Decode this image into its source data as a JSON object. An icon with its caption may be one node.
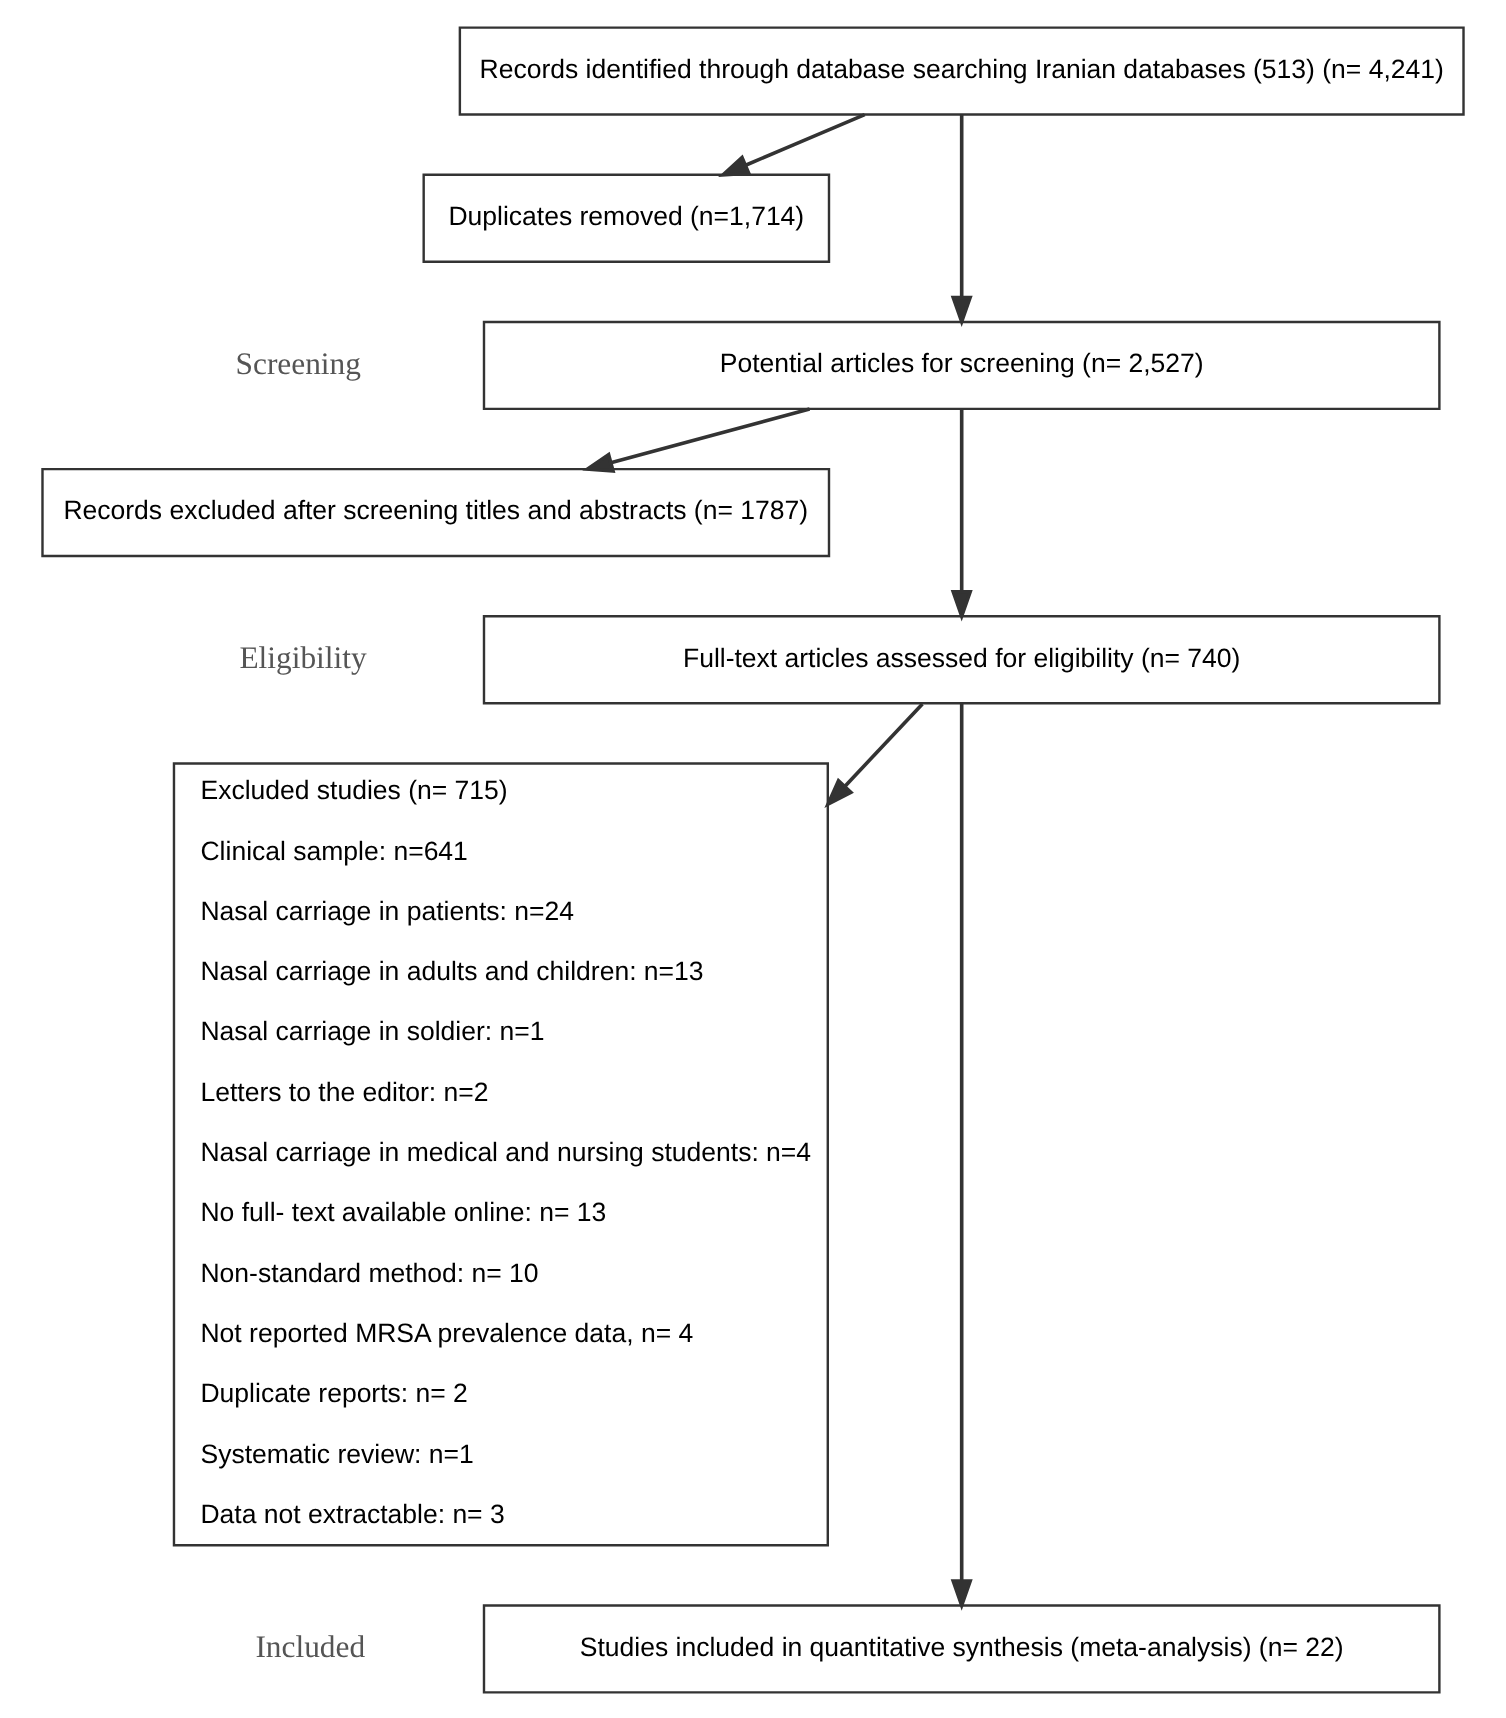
{
  "diagram": {
    "nodes": [
      {
        "text": [
          "Records identified through database searching Iranian databases (513) (n= 4,241)"
        ]
      },
      {
        "text": [
          "Duplicates removed (n=1,714)"
        ]
      },
      {
        "text": [
          "Potential articles for screening (n= 2,527)"
        ]
      },
      {
        "text": [
          "Records excluded after screening titles and abstracts (n= 1787)"
        ]
      },
      {
        "text": [
          "Full-text articles assessed for eligibility (n= 740)"
        ]
      },
      {
        "text": [
          "Excluded studies (n= 715)",
          "Clinical sample: n=641",
          "Nasal carriage in patients: n=24",
          "Nasal carriage in adults and children: n=13",
          "Nasal carriage in soldier: n=1",
          "Letters to the editor: n=2",
          "Nasal carriage in medical and nursing students: n=4",
          "No full- text available online: n= 13",
          "Non-standard method: n= 10",
          "Not reported MRSA prevalence data, n= 4",
          "Duplicate reports: n= 2",
          "Systematic review: n=1",
          "Data not extractable: n= 3"
        ]
      },
      {
        "text": [
          "Studies included in quantitative synthesis (meta-analysis) (n= 22)"
        ]
      }
    ],
    "edges": [
      {
        "from": 0,
        "to": 1,
        "arrow": "to"
      },
      {
        "from": 0,
        "to": 2,
        "arrow": "to"
      },
      {
        "from": 2,
        "to": 3,
        "arrow": "to"
      },
      {
        "from": 2,
        "to": 4,
        "arrow": "to"
      },
      {
        "from": 4,
        "to": 5,
        "arrow": "to"
      },
      {
        "from": 4,
        "to": 6,
        "arrow": "to"
      }
    ],
    "labels": [
      "Screening",
      "Eligibility",
      "Included"
    ]
  }
}
